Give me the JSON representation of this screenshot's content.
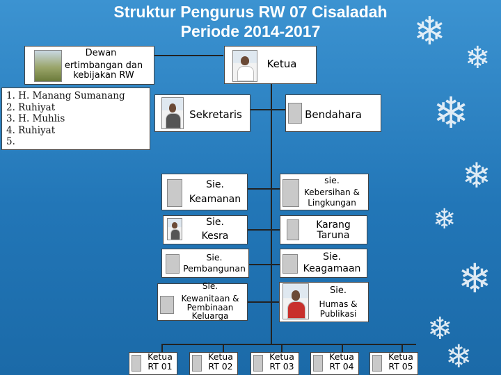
{
  "title": {
    "line1": "Struktur Pengurus RW 07 Cisaladah",
    "line2": "Periode 2014-2017"
  },
  "dewan": {
    "label_line1": "Dewan",
    "label_line2": "ertimbangan dan",
    "label_line3": "kebijakan RW",
    "members": [
      "1. H. Manang Sumanang",
      "2. Ruhiyat",
      "3. H. Muhlis",
      "4. Ruhiyat",
      "5."
    ]
  },
  "ketua": {
    "label": "Ketua"
  },
  "sekretaris": {
    "label": "Sekretaris"
  },
  "bendahara": {
    "label": "Bendahara"
  },
  "sections": {
    "keamanan": {
      "line1": "Sie.",
      "line2": "Keamanan"
    },
    "kebersihan": {
      "line1": "sie.",
      "line2": "Kebersihan &",
      "line3": "Lingkungan"
    },
    "kesra": {
      "line1": "Sie.",
      "line2": "Kesra"
    },
    "karang_taruna": {
      "line1": "Karang",
      "line2": "Taruna"
    },
    "pembangunan": {
      "line1": "Sie.",
      "line2": "Pembangunan"
    },
    "keagamaan": {
      "line1": "Sie.",
      "line2": "Keagamaan"
    },
    "kewanitaan": {
      "line1": "Sie.",
      "line2": "Kewanitaan &",
      "line3": "Pembinaan",
      "line4": "Keluarga"
    },
    "humas": {
      "line1": "Sie.",
      "line2": "Humas &",
      "line3": "Publikasi"
    }
  },
  "rt": [
    {
      "line1": "Ketua",
      "line2": "RT 01"
    },
    {
      "line1": "Ketua",
      "line2": "RT 02"
    },
    {
      "line1": "Ketua",
      "line2": "RT 03"
    },
    {
      "line1": "Ketua",
      "line2": "RT 04"
    },
    {
      "line1": "Ketua",
      "line2": "RT 05"
    }
  ],
  "colors": {
    "background": "#2a7fbf",
    "box": "#ffffff",
    "connector": "#222222"
  }
}
